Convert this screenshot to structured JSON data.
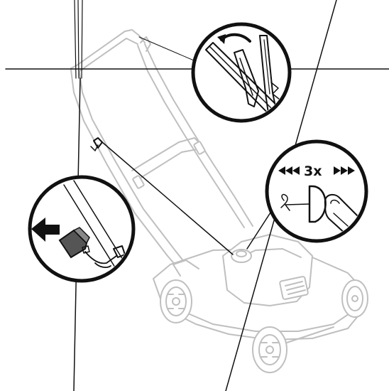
{
  "diagram": {
    "callout_times_label": "3x",
    "colors": {
      "line_black": "#111111",
      "mower_gray": "#bfbfbf",
      "background": "#ffffff",
      "pull_arrow": "#111111"
    },
    "icons": [
      "primer-bulb",
      "choke-lever",
      "fuel-cap",
      "pull-arrow",
      "curved-arrow",
      "triangle-arrows"
    ]
  }
}
